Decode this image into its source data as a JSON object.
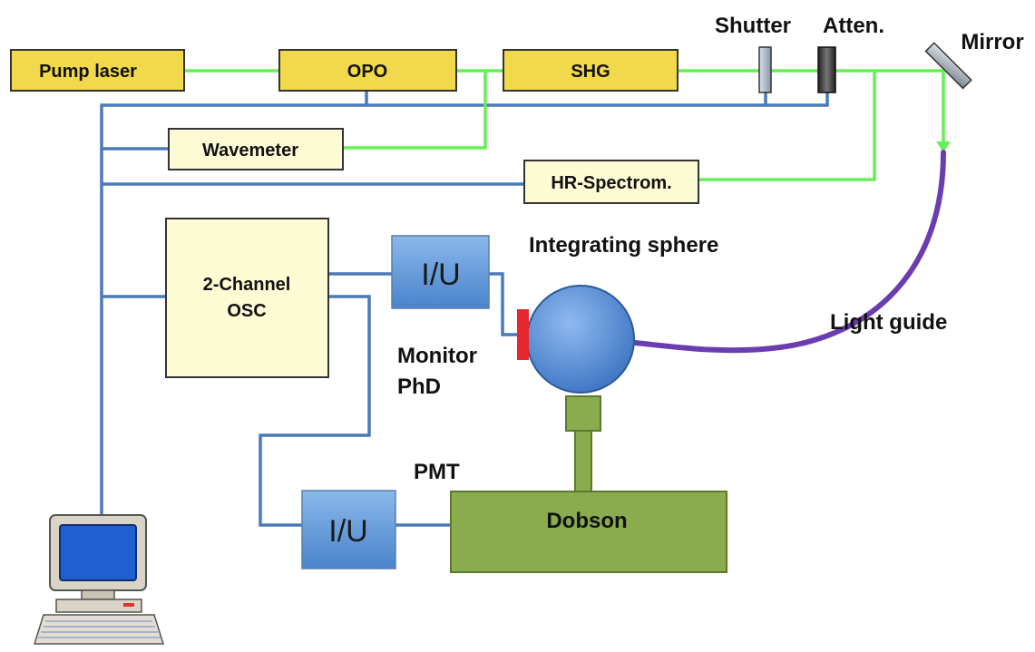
{
  "boxes": {
    "pump_laser": "Pump laser",
    "opo": "OPO",
    "shg": "SHG",
    "wavemeter": "Wavemeter",
    "hr_spectrometer": "HR-Spectrom.",
    "oscilloscope_line1": "2-Channel",
    "oscilloscope_line2": "OSC",
    "iu_monitor": "I/U",
    "iu_pmt": "I/U",
    "dobson": "Dobson"
  },
  "labels": {
    "shutter": "Shutter",
    "attenuator": "Atten.",
    "mirror": "Mirror",
    "integrating_sphere": "Integrating sphere",
    "light_guide": "Light guide",
    "monitor_phd_line1": "Monitor",
    "monitor_phd_line2": "PhD",
    "pmt": "PMT"
  },
  "colors": {
    "laser_beam": "#66ee55",
    "signal_line": "#4a7ab8",
    "box_yellow": "#f2d84b",
    "box_cream": "#fdfbd3",
    "iu_blue": "#5b96d6",
    "dobson_green": "#8aab4e",
    "sphere_blue": "#4f8ad6",
    "photodiode_red": "#e8262e",
    "light_guide_purple": "#6a3db0"
  },
  "icons": {
    "computer": "computer-icon"
  }
}
